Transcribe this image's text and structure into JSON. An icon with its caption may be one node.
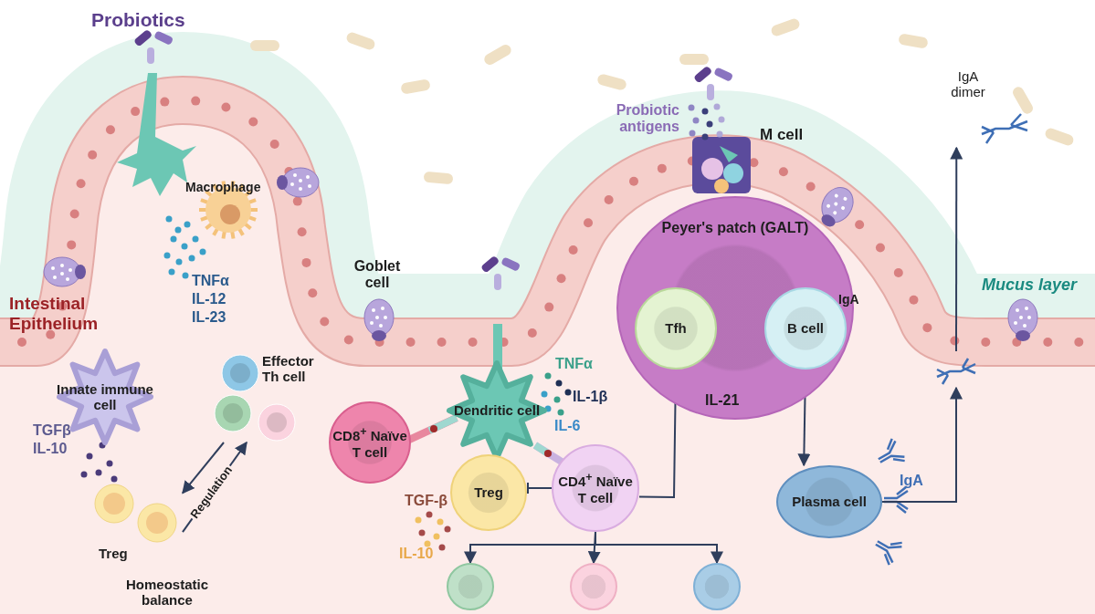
{
  "diagram": {
    "nodes": [
      {
        "text": [
          "Innate immune cell"
        ]
      },
      {
        "text": [
          "Effector Th cell"
        ]
      },
      {
        "text": [
          "Treg"
        ]
      },
      {
        "text": [
          "Dendritic cell"
        ]
      },
      {
        "text": [
          "CD8$^{+}$ Naïve T cell"
        ]
      },
      {
        "text": [
          "Treg"
        ]
      },
      {
        "text": [
          "CD4$^{+}$ Naïve T cell"
        ]
      },
      {
        "text": [
          "Peyer's patch (GALT)"
        ]
      },
      {
        "text": [
          "Tfh"
        ],
        "in": 7
      },
      {
        "text": [
          "B cell"
        ],
        "in": 7
      },
      {
        "text": [
          "Plasma cell"
        ]
      },
      {
        "text": [],
        "shape": "picture"
      },
      {
        "text": [
          "IgA dimer"
        ]
      },
      {
        "text": [],
        "shape": "circle"
      },
      {
        "text": [],
        "shape": "circle"
      },
      {
        "text": [],
        "shape": "circle"
      }
    ],
    "edges": [
      {
        "from": 1,
        "to": 2,
        "arrow": "to",
        "label": "Regulation"
      },
      {
        "from": 2,
        "to": 1,
        "arrow": "to"
      },
      {
        "from": 6,
        "to": 5,
        "arrow": "other"
      },
      {
        "from": 6,
        "to": 8,
        "arrow": "to"
      },
      {
        "from": 9,
        "to": 10,
        "arrow": "to"
      },
      {
        "from": 10,
        "to": 11,
        "arrow": "to"
      },
      {
        "from": 11,
        "to": 12,
        "arrow": "to"
      },
      {
        "from": 6,
        "to": 13,
        "arrow": "to"
      },
      {
        "from": 6,
        "to": 14,
        "arrow": "to"
      },
      {
        "from": 6,
        "to": 15,
        "arrow": "to"
      }
    ],
    "labels": [
      "Probiotics",
      "Macrophage",
      "TNFα",
      "IL-12",
      "IL-23",
      "Intestinal Epithelium",
      "Goblet cell",
      "TGFβ",
      "IL-10",
      "Homeostatic balance",
      "Probiotic antigens",
      "M cell",
      "IgA",
      "TNFα",
      "IL-1β",
      "IL-6",
      "IL-21",
      "TGF-β",
      "IL-10",
      "IgA",
      "Mucus layer"
    ]
  }
}
